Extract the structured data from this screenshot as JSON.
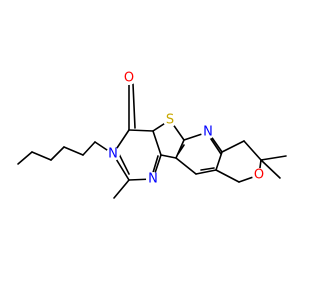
{
  "structure": {
    "colors": {
      "bond": "#000000",
      "oxygen": "#ff0000",
      "nitrogen": "#0000ff",
      "sulfur": "#c8a800",
      "background": "#ffffff"
    },
    "atoms": [
      {
        "id": "O_carbonyl",
        "symbol": "O",
        "element": "oxygen"
      },
      {
        "id": "S_thiophene",
        "symbol": "S",
        "element": "sulfur"
      },
      {
        "id": "N_pyridine",
        "symbol": "N",
        "element": "nitrogen"
      },
      {
        "id": "N3_amide",
        "symbol": "N",
        "element": "nitrogen"
      },
      {
        "id": "N1_imine",
        "symbol": "N",
        "element": "nitrogen"
      },
      {
        "id": "O_pyran",
        "symbol": "O",
        "element": "oxygen"
      }
    ]
  }
}
